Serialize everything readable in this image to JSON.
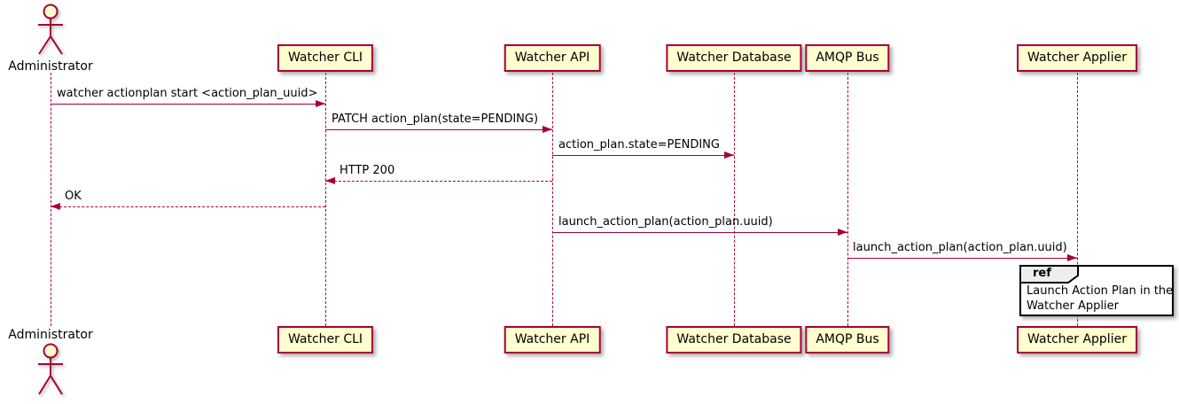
{
  "colors": {
    "line": "#A80036",
    "participant_fill": "#FEFECE",
    "ref_header_fill": "#EEEEEE",
    "ref_border": "#000000",
    "text": "#000000"
  },
  "actor": {
    "name": "Administrator"
  },
  "participants": [
    {
      "label": "Watcher CLI"
    },
    {
      "label": "Watcher API"
    },
    {
      "label": "Watcher Database"
    },
    {
      "label": "AMQP Bus"
    },
    {
      "label": "Watcher Applier"
    }
  ],
  "messages": [
    {
      "from": "Administrator",
      "to": "Watcher CLI",
      "style": "solid",
      "label": "watcher actionplan start <action_plan_uuid>"
    },
    {
      "from": "Watcher CLI",
      "to": "Watcher API",
      "style": "solid",
      "label": "PATCH action_plan(state=PENDING)"
    },
    {
      "from": "Watcher API",
      "to": "Watcher Database",
      "style": "solid",
      "label": "action_plan.state=PENDING"
    },
    {
      "from": "Watcher API",
      "to": "Watcher CLI",
      "style": "dashed",
      "label": "HTTP 200"
    },
    {
      "from": "Watcher CLI",
      "to": "Administrator",
      "style": "dashed",
      "label": "OK"
    },
    {
      "from": "Watcher API",
      "to": "AMQP Bus",
      "style": "solid",
      "label": "launch_action_plan(action_plan.uuid)"
    },
    {
      "from": "AMQP Bus",
      "to": "Watcher Applier",
      "style": "solid",
      "label": "launch_action_plan(action_plan.uuid)"
    }
  ],
  "ref": {
    "keyword": "ref",
    "over": "Watcher Applier",
    "line1": "Launch Action Plan in the",
    "line2": "Watcher Applier"
  }
}
